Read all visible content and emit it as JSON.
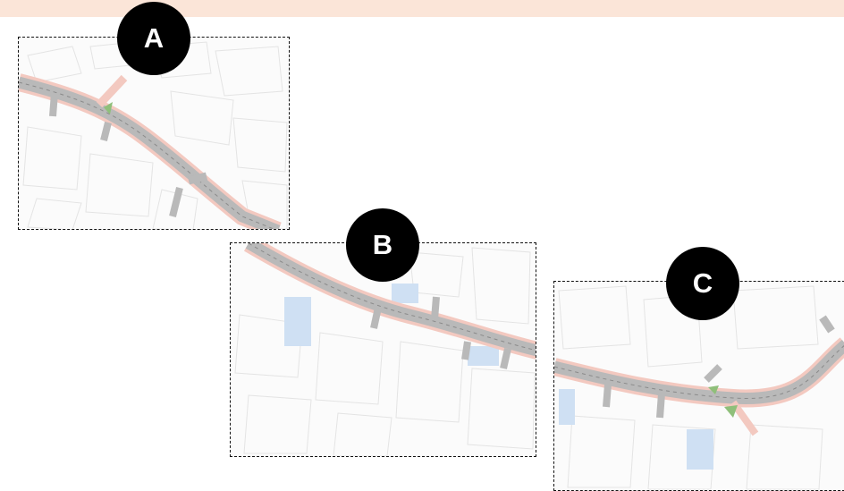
{
  "colors": {
    "header_band": "#fbe5d8",
    "road": "#b9b9b9",
    "footway": "#f3c9c0",
    "green": "#8fbf7a",
    "water": "#cfe0f3",
    "buildings": "#e6e6e6"
  },
  "panels": [
    {
      "id": "A",
      "label": "A"
    },
    {
      "id": "B",
      "label": "B"
    },
    {
      "id": "C",
      "label": "C"
    }
  ]
}
